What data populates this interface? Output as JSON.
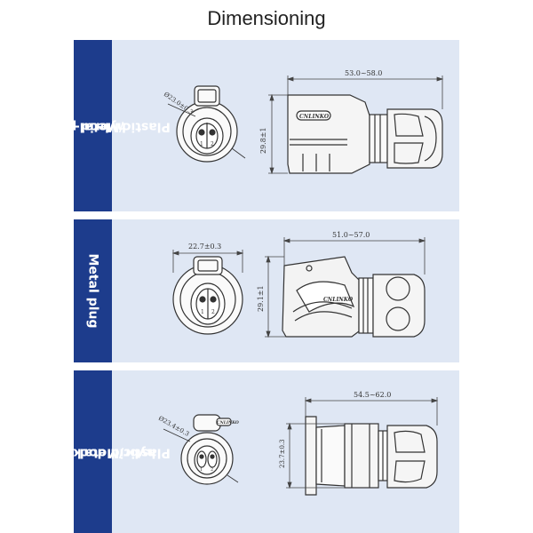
{
  "title": "Dimensioning",
  "panels": [
    {
      "label_line1": "Plastic/Metal-plastic",
      "label_line2": "hybrid plug",
      "diameter": "Ø23.0±0.3",
      "length": "53.0~58.0",
      "height": "29.8±1",
      "brand": "CNLINKO",
      "pin1": "1",
      "pin2": "2"
    },
    {
      "label_line1": "Metal plug",
      "width": "22.7±0.3",
      "length": "51.0~57.0",
      "height": "29.1±1",
      "brand": "CNLINKO",
      "pin1": "1",
      "pin2": "2"
    },
    {
      "label_line1": "Plastic/Metal-plastic",
      "label_line2": "hybrid docking plug",
      "diameter": "Ø23.4±0.3",
      "length": "54.5~62.0",
      "height": "23.7±0.3",
      "brand": "CNLINKO",
      "pin1": "1",
      "pin2": "2"
    }
  ]
}
